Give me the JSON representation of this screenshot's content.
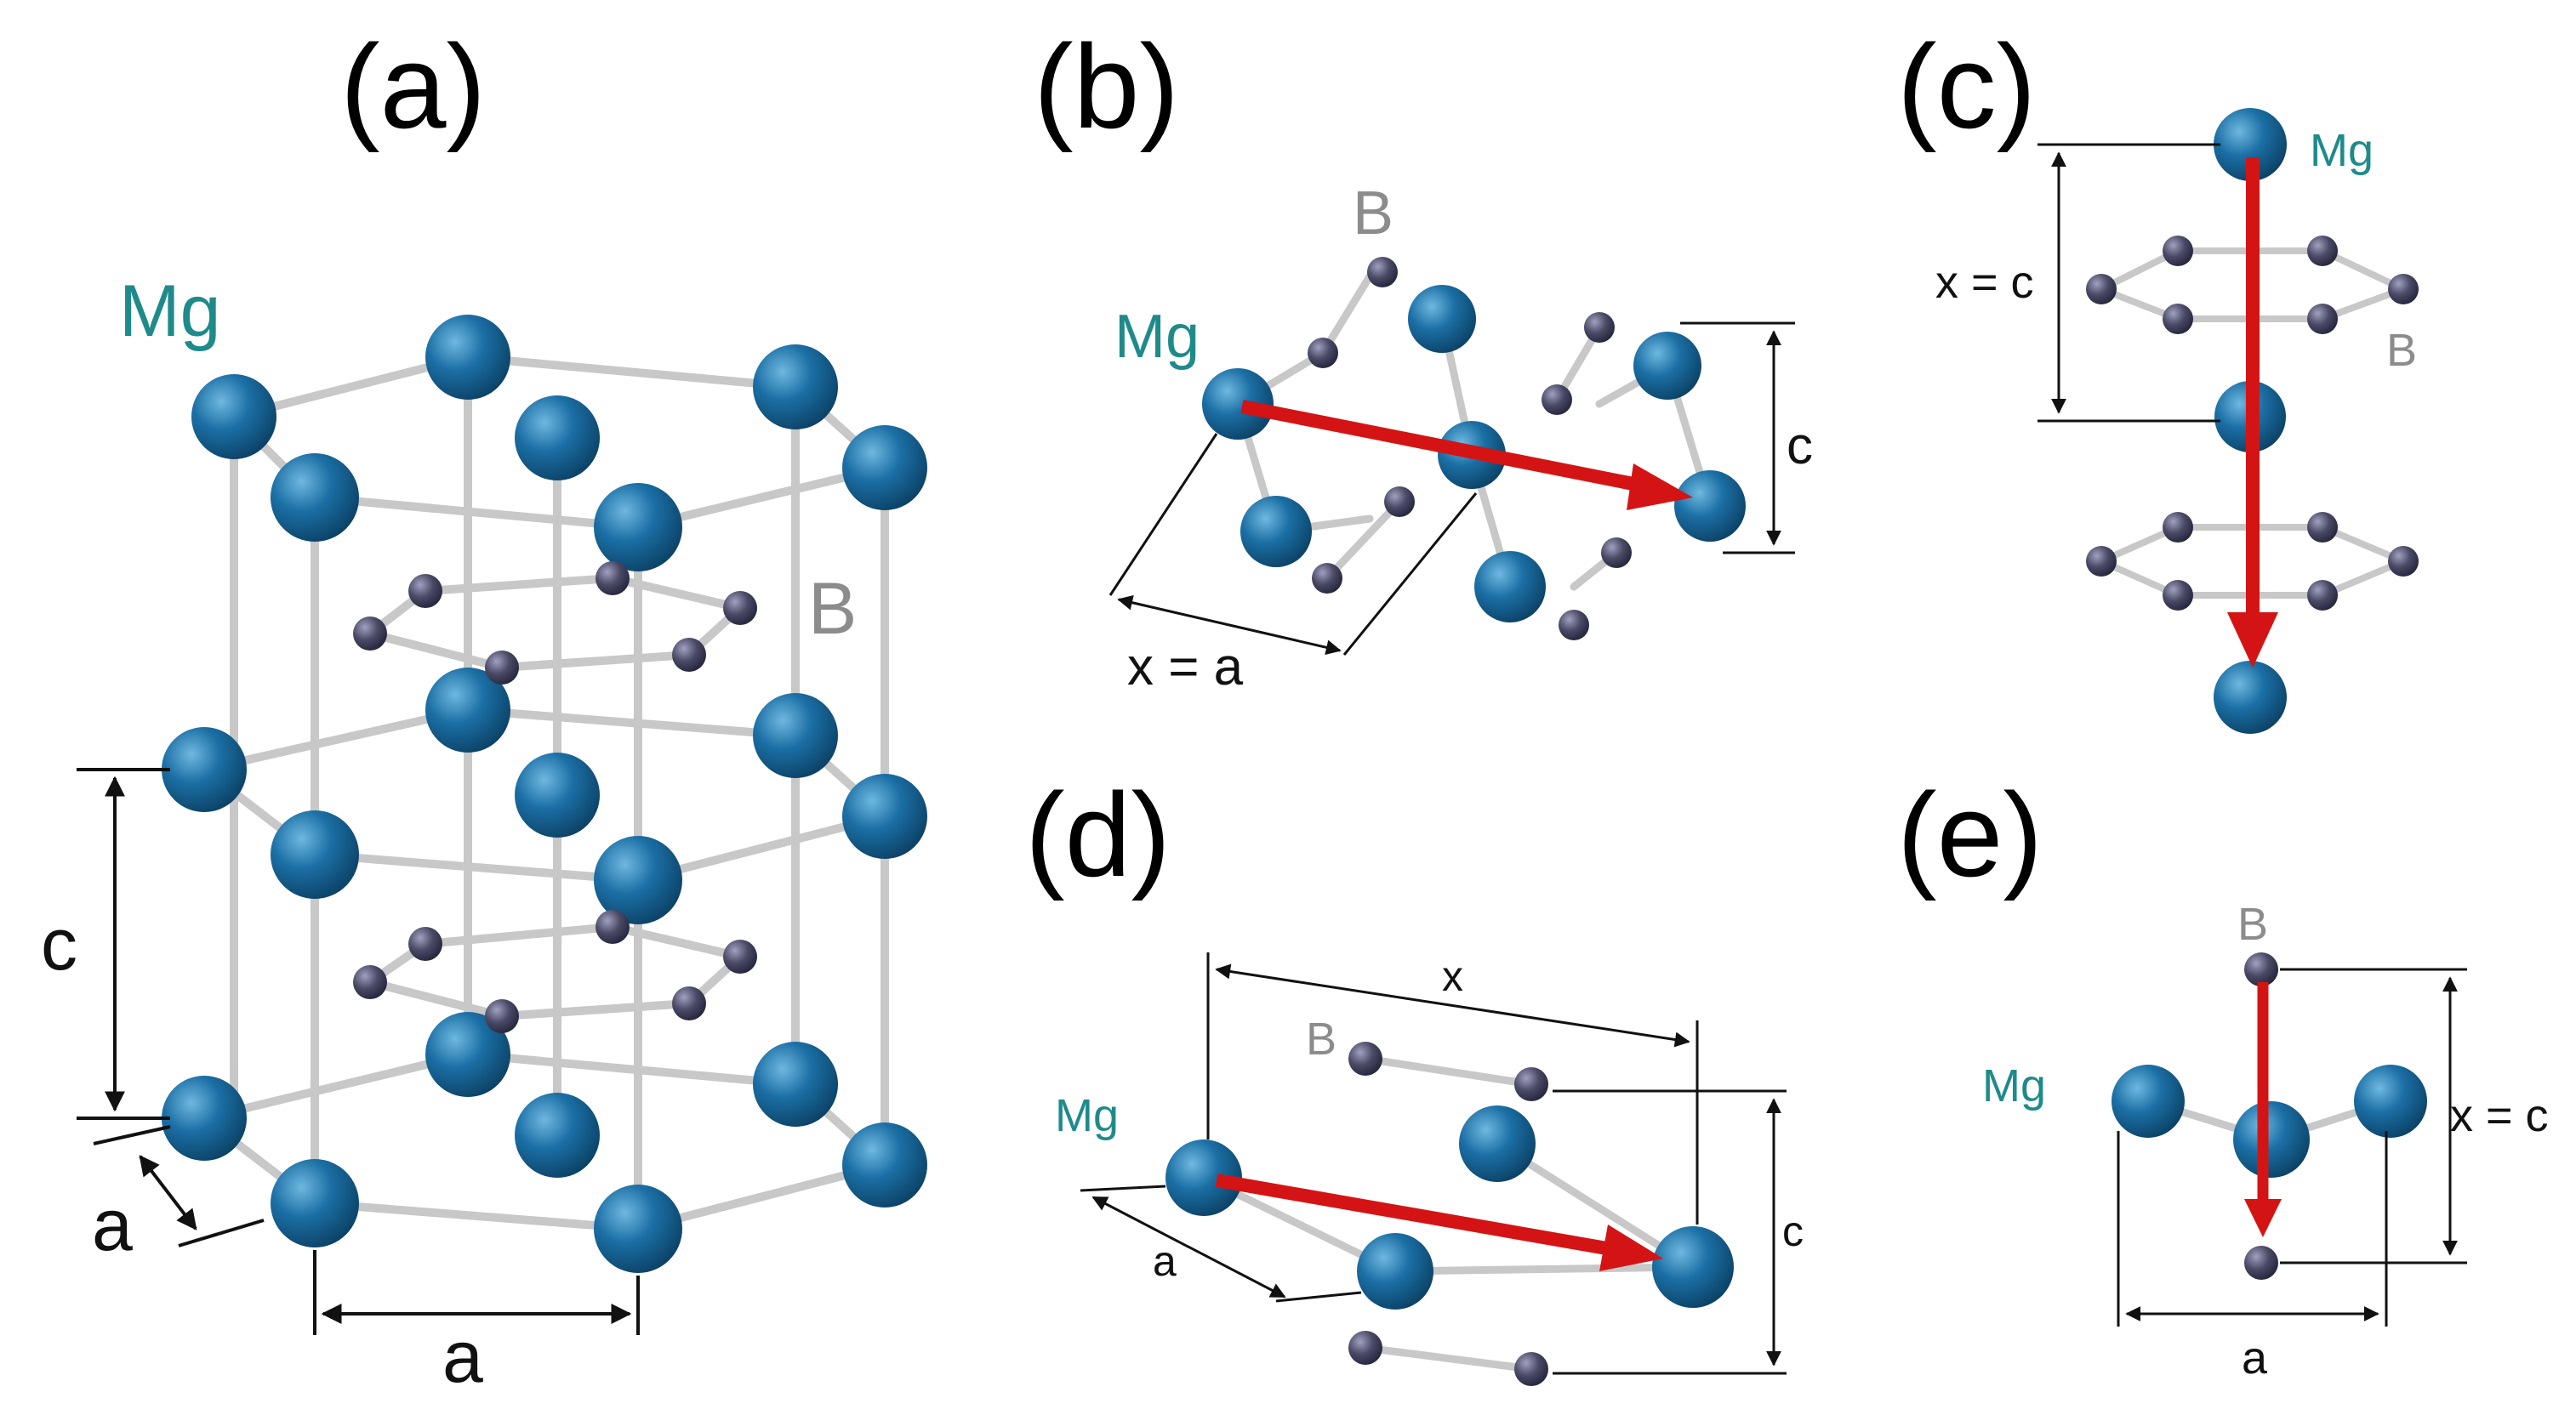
{
  "figure": {
    "panels": [
      {
        "id": "a",
        "label": "(a)",
        "mg_label": "Mg",
        "b_label": "B",
        "dim_labels": [
          "c",
          "a",
          "a"
        ]
      },
      {
        "id": "b",
        "label": "(b)",
        "mg_label": "Mg",
        "b_label": "B",
        "dim_labels": [
          "c",
          "x = a"
        ]
      },
      {
        "id": "c",
        "label": "(c)",
        "mg_label": "Mg",
        "b_label": "B",
        "dim_labels": [
          "x = c"
        ]
      },
      {
        "id": "d",
        "label": "(d)",
        "mg_label": "Mg",
        "b_label": "B",
        "dim_labels": [
          "x",
          "c",
          "a"
        ]
      },
      {
        "id": "e",
        "label": "(e)",
        "mg_label": "Mg",
        "b_label": "B",
        "dim_labels": [
          "x = c",
          "a"
        ]
      }
    ],
    "colors": {
      "mg_atom": "#1b6fa5",
      "b_atom": "#4a4a66",
      "bond": "#c8c8c8",
      "arrow": "#d41414",
      "mg_text": "#1f8a8a",
      "b_text": "#8c8c8c"
    }
  }
}
